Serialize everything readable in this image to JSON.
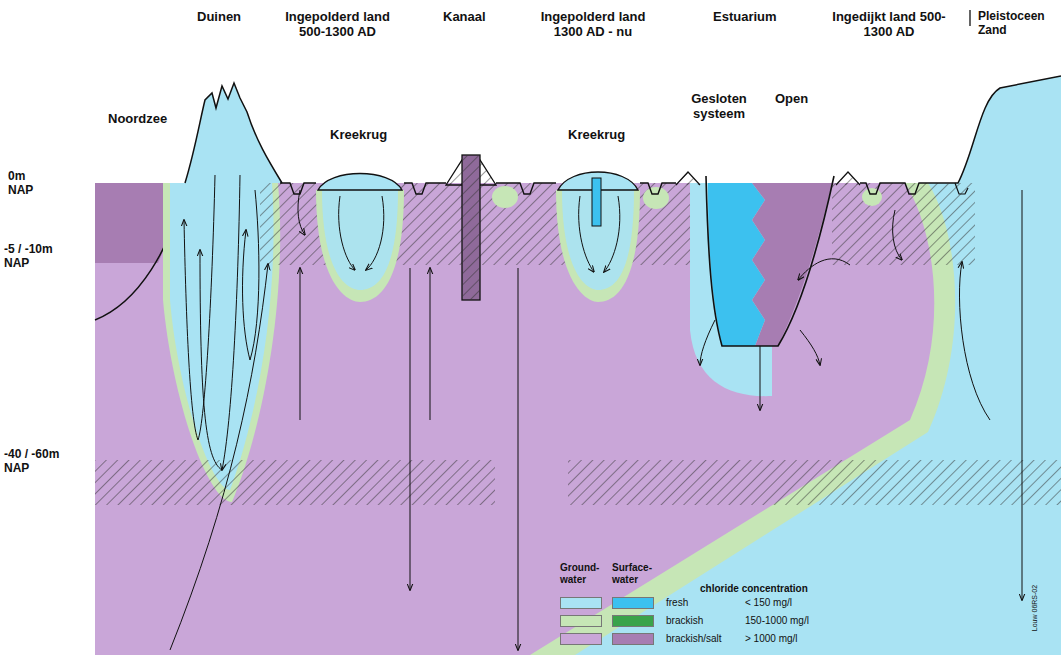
{
  "diagram": {
    "labels": [
      "Duinen",
      "Ingepolderd land 500-1300 AD",
      "Kanaal",
      "Ingepolderd land 1300 AD - nu",
      "Estuarium",
      "Ingedijkt land 500-1300 AD",
      "Pleistoceen Zand",
      "Noordzee",
      "Kreekrug",
      "Kreekrug",
      "Gesloten systeem",
      "Open",
      "0m NAP",
      "-5 / -10m NAP",
      "-40 / -60m NAP",
      "Ground-water",
      "Surface-water",
      "chloride concentration",
      "< 150 mg/l",
      "150-1000 mg/l",
      "> 1000 mg/l",
      "Louw 06RS-02"
    ],
    "legend": [
      {
        "text": "fresh",
        "color": "#a9e3f3"
      },
      {
        "text": "brackish",
        "color": "#c6e6b6"
      },
      {
        "text": "brackish/salt",
        "color": "#c9a6d8"
      }
    ]
  }
}
